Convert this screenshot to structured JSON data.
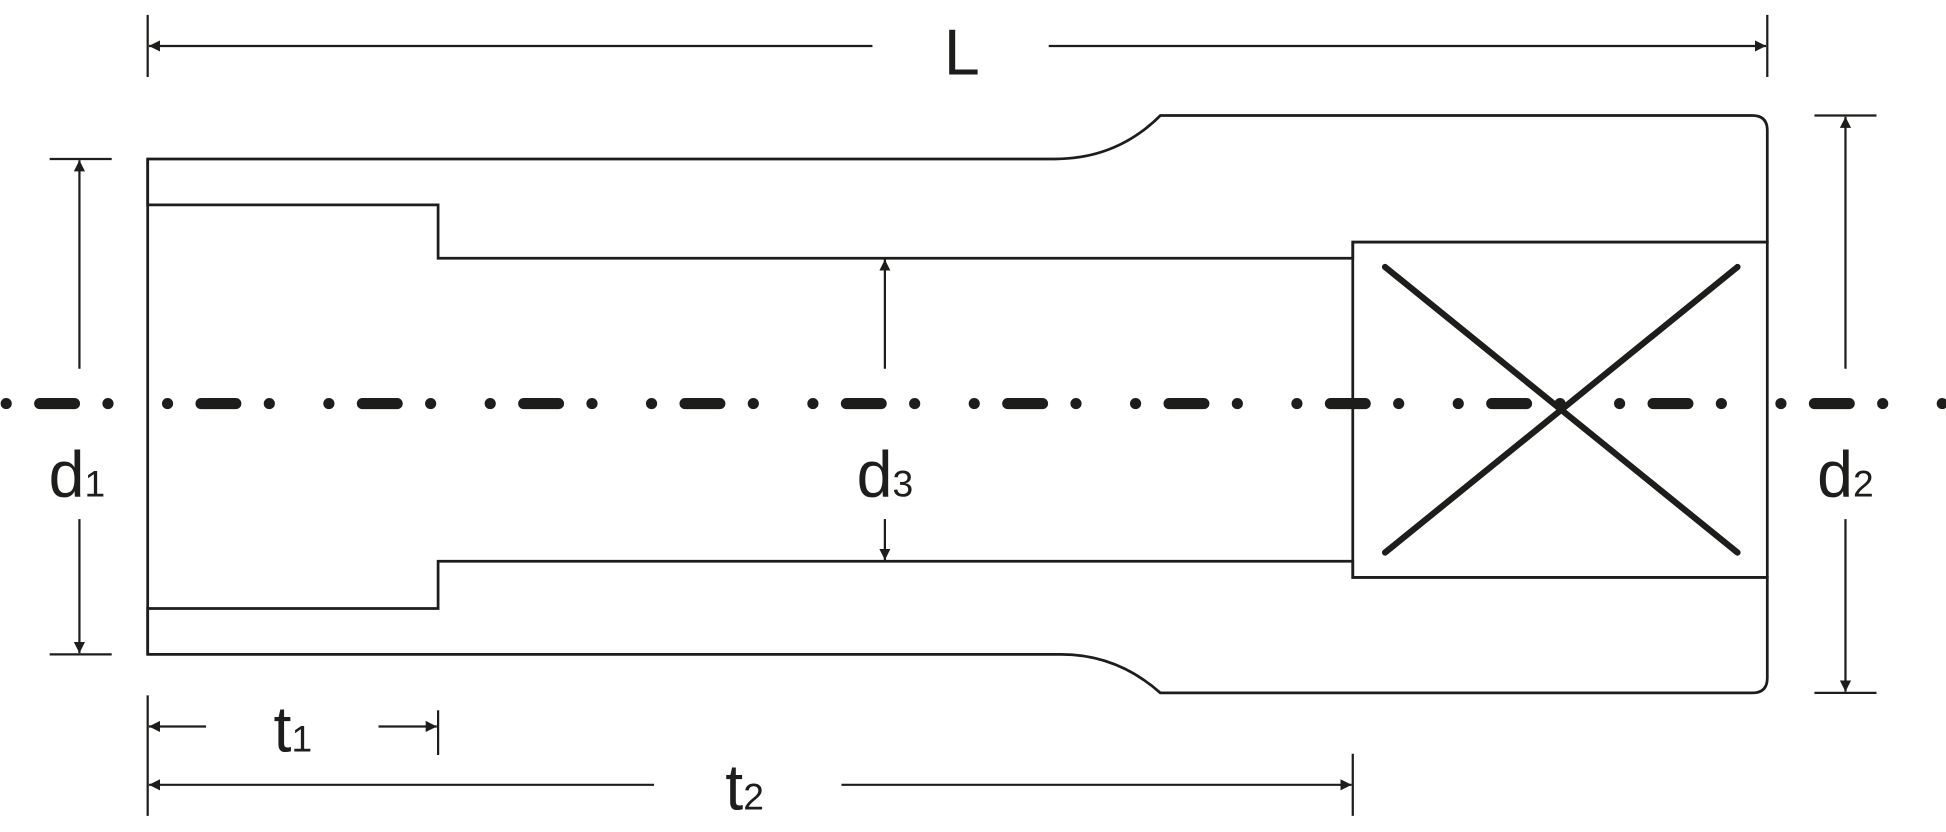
{
  "labels": {
    "L": "L",
    "d1": {
      "main": "d",
      "sub": "1"
    },
    "d2": {
      "main": "d",
      "sub": "2"
    },
    "d3": {
      "main": "d",
      "sub": "3"
    },
    "t1": {
      "main": "t",
      "sub": "1"
    },
    "t2": {
      "main": "t",
      "sub": "2"
    }
  },
  "colors": {
    "ink": "#1d1d1b",
    "background": "#ffffff"
  }
}
